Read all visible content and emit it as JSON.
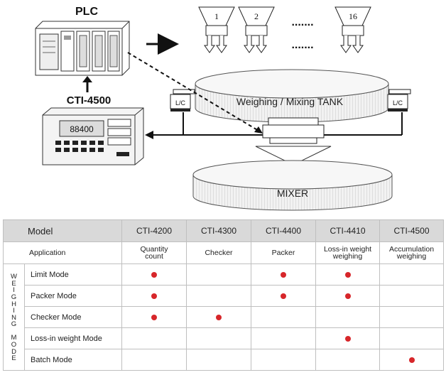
{
  "diagram": {
    "plc_label": "PLC",
    "indicator_label": "CTI-4500",
    "hoppers": [
      "1",
      "2",
      "16"
    ],
    "hopper_dots": ".......",
    "lc_label": "L/C",
    "tank_label": "Weighing / Mixing  TANK",
    "mixer_label": "MIXER"
  },
  "table": {
    "model_header": "Model",
    "models": [
      "CTI-4200",
      "CTI-4300",
      "CTI-4400",
      "CTI-4410",
      "CTI-4500"
    ],
    "application_label": "Application",
    "applications": [
      [
        "Quantity",
        "count"
      ],
      [
        "Checker"
      ],
      [
        "Packer"
      ],
      [
        "Loss-in weight",
        "weighing"
      ],
      [
        "Accumulation",
        "weighing"
      ]
    ],
    "vertical_label": "WEIGHING MODE",
    "modes": [
      {
        "name": "Limit Mode",
        "support": [
          true,
          false,
          true,
          true,
          false
        ]
      },
      {
        "name": "Packer Mode",
        "support": [
          true,
          false,
          true,
          true,
          false
        ]
      },
      {
        "name": "Checker Mode",
        "support": [
          true,
          true,
          false,
          false,
          false
        ]
      },
      {
        "name": "Loss-in weight Mode",
        "support": [
          false,
          false,
          false,
          true,
          false
        ]
      },
      {
        "name": "Batch Mode",
        "support": [
          false,
          false,
          false,
          false,
          true
        ]
      }
    ],
    "dot_color": "#d7262a"
  }
}
